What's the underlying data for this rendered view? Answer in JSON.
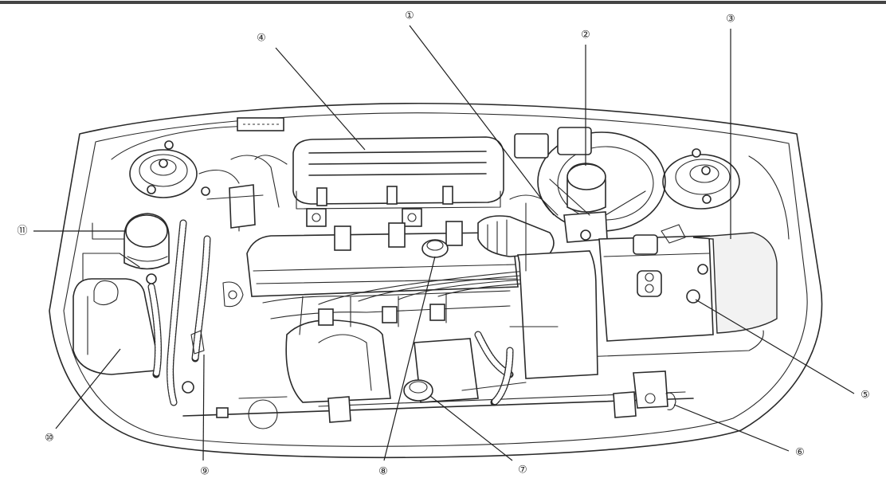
{
  "callouts": [
    {
      "id": 1,
      "label": "①"
    },
    {
      "id": 2,
      "label": "②"
    },
    {
      "id": 3,
      "label": "③"
    },
    {
      "id": 4,
      "label": "④"
    },
    {
      "id": 5,
      "label": "⑤"
    },
    {
      "id": 6,
      "label": "⑥"
    },
    {
      "id": 7,
      "label": "⑦"
    },
    {
      "id": 8,
      "label": "⑧"
    },
    {
      "id": 9,
      "label": "⑨"
    },
    {
      "id": 10,
      "label": "⑩"
    },
    {
      "id": 11,
      "label": "⑪"
    }
  ]
}
